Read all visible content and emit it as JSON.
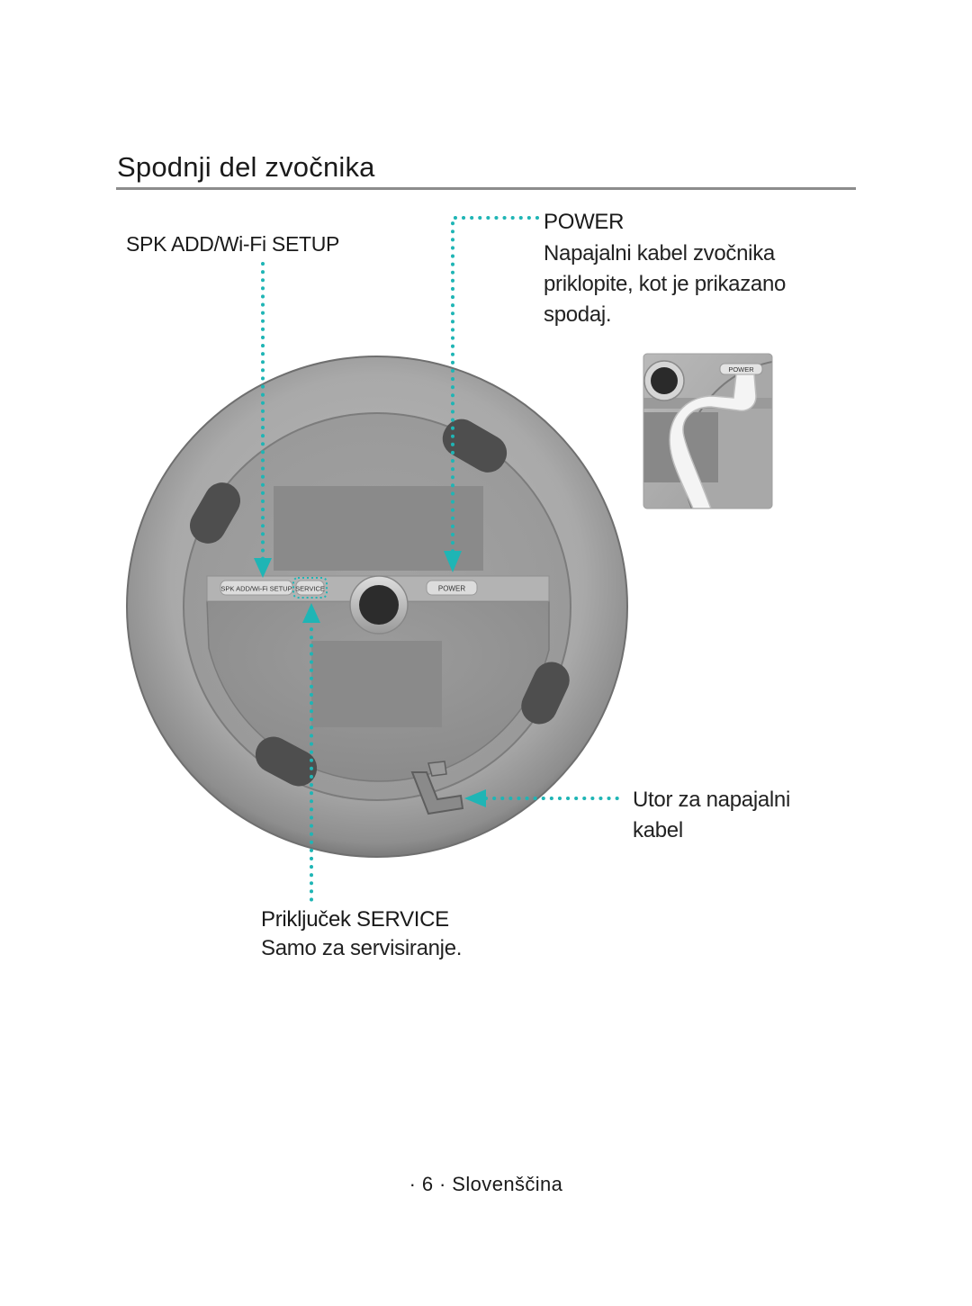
{
  "page": {
    "title": "Spodnji del zvočnika",
    "footer": "· 6 · Slovenščina"
  },
  "callouts": {
    "spk_setup": {
      "label": "SPK ADD/Wi-Fi SETUP"
    },
    "power": {
      "label": "POWER",
      "description_lines": [
        "Napajalni kabel zvočnika",
        "priklopite, kot je prikazano",
        "spodaj."
      ]
    },
    "cable_slot": {
      "label_lines": [
        "Utor za napajalni",
        "kabel"
      ]
    },
    "service": {
      "label": "Priključek SERVICE",
      "description": "Samo za servisiranje."
    }
  },
  "device_labels": {
    "spk_setup": "SPK ADD/Wi-Fi SETUP",
    "service": "SERVICE",
    "power": "POWER",
    "inset_power": "POWER"
  },
  "colors": {
    "accent": "#1fb5b5",
    "text": "#1a1a1a",
    "rule": "#8c8c8c"
  }
}
